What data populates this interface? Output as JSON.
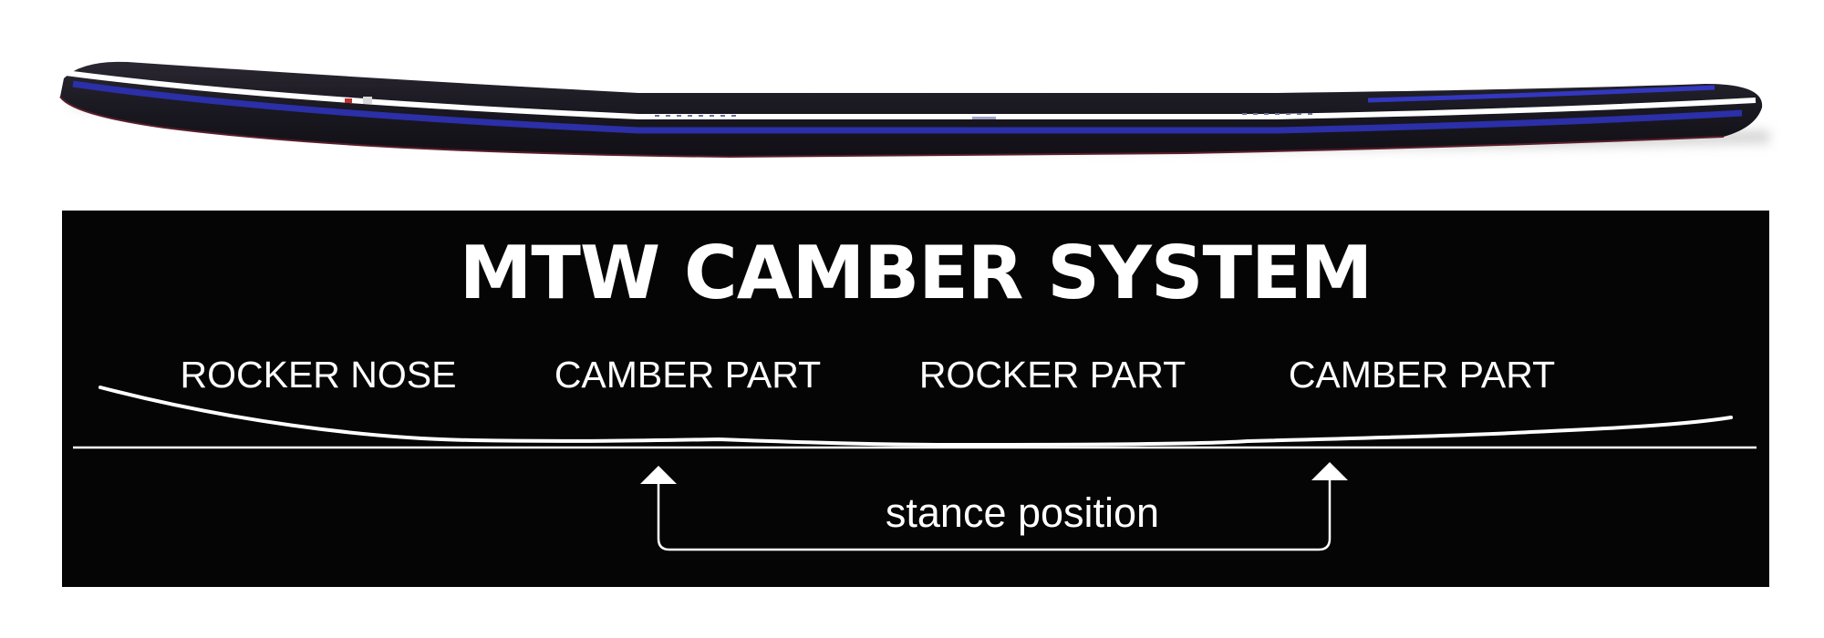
{
  "diagram": {
    "title": "MTW CAMBER SYSTEM",
    "zones": [
      "ROCKER NOSE",
      "CAMBER PART",
      "ROCKER PART",
      "CAMBER PART"
    ],
    "stance_label": "stance position"
  },
  "colors": {
    "panel_background": "#050505",
    "line_color": "#ffffff",
    "board_base": "#1c1a22",
    "board_stripe_blue": "#2b2fa8",
    "board_stripe_white": "#ffffff"
  }
}
